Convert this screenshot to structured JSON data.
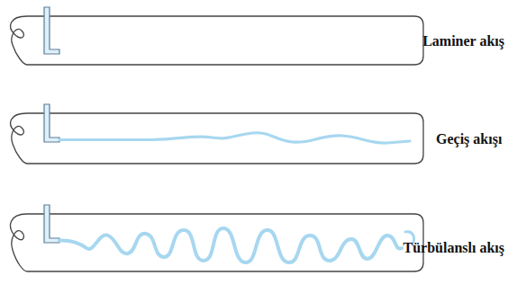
{
  "diagram": {
    "labels": [
      "Laminer akış",
      "Geçiş akışı",
      "Türbülanslı akış"
    ]
  }
}
